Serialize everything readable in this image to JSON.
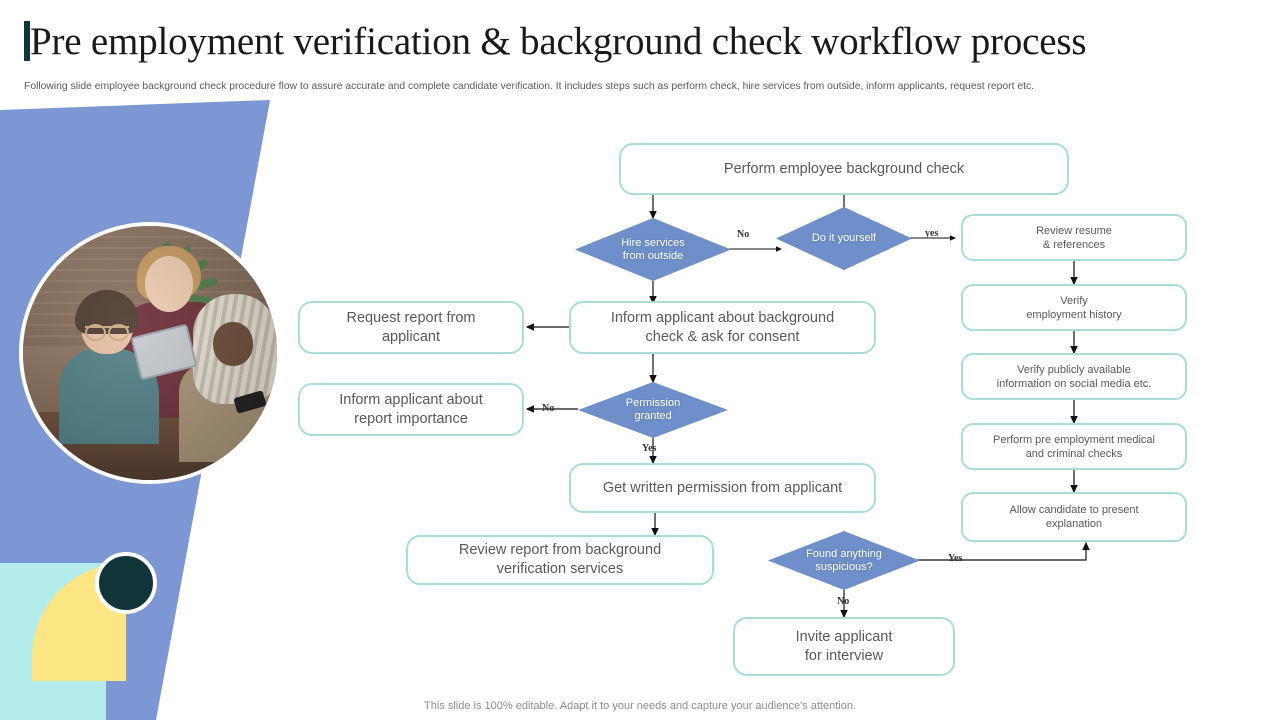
{
  "slide": {
    "title": "Pre employment verification & background check workflow process",
    "subtitle": "Following slide employee background check procedure flow to assure accurate and complete candidate verification. It includes steps such as perform check, hire services from outside, inform applicants, request report etc.",
    "footer": "This slide is 100% editable. Adapt it to your needs and capture your audience's attention."
  },
  "colors": {
    "accent_blue": "#7d96d4",
    "diamond_blue": "#6e8fca",
    "box_border_teal": "#a9ddd9",
    "teal_square": "#b3ecea",
    "yellow": "#fbe683",
    "dark_dot": "#11363a",
    "text_gray": "#595959"
  },
  "flow": {
    "nodes": [
      {
        "id": "perform-check",
        "type": "process",
        "label": "Perform employee background check"
      },
      {
        "id": "hire-services",
        "type": "decision",
        "label": "Hire services\nfrom outside"
      },
      {
        "id": "do-it-yourself",
        "type": "decision",
        "label": "Do it yourself"
      },
      {
        "id": "review-resume",
        "type": "process",
        "label": "Review resume\n& references"
      },
      {
        "id": "verify-employment",
        "type": "process",
        "label": "Verify\nemployment history"
      },
      {
        "id": "verify-social",
        "type": "process",
        "label": "Verify  publicly available\ninformation on social media etc."
      },
      {
        "id": "medical-criminal",
        "type": "process",
        "label": "Perform pre employment medical\nand criminal checks"
      },
      {
        "id": "allow-explanation",
        "type": "process",
        "label": "Allow candidate to present\nexplanation"
      },
      {
        "id": "request-report",
        "type": "process",
        "label": "Request report from\napplicant"
      },
      {
        "id": "inform-consent",
        "type": "process",
        "label": "Inform applicant about background\ncheck & ask for consent"
      },
      {
        "id": "inform-importance",
        "type": "process",
        "label": "Inform applicant about\nreport importance"
      },
      {
        "id": "permission-granted",
        "type": "decision",
        "label": "Permission\ngranted"
      },
      {
        "id": "written-permission",
        "type": "process",
        "label": "Get written permission from applicant"
      },
      {
        "id": "review-report",
        "type": "process",
        "label": "Review report from background\nverification services"
      },
      {
        "id": "found-suspicious",
        "type": "decision",
        "label": "Found anything\nsuspicious?"
      },
      {
        "id": "invite-interview",
        "type": "process",
        "label": "Invite applicant\nfor interview"
      }
    ],
    "edge_labels": {
      "hire_to_diy": "No",
      "diy_to_review": "yes",
      "permission_no": "No",
      "permission_yes": "Yes",
      "suspicious_yes": "Yes",
      "suspicious_no": "No"
    }
  }
}
